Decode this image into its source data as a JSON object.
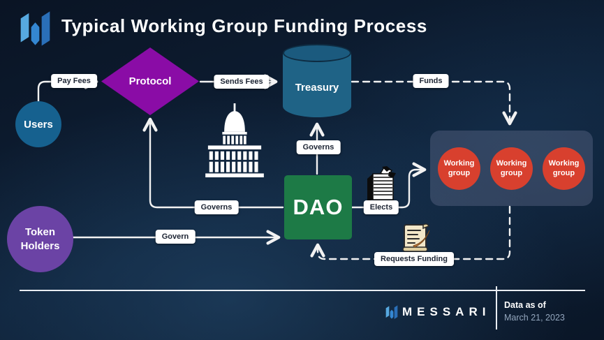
{
  "header": {
    "title": "Typical Working Group Funding Process",
    "logo": "messari-logo"
  },
  "nodes": {
    "users": {
      "label": "Users",
      "shape": "circle",
      "color": "#16618f"
    },
    "protocol": {
      "label": "Protocol",
      "shape": "diamond",
      "color": "#8a0ca6"
    },
    "treasury": {
      "label": "Treasury",
      "shape": "cylinder",
      "color": "#1f6386"
    },
    "dao": {
      "label": "DAO",
      "shape": "square",
      "color": "#1d7a46"
    },
    "token_holders": {
      "label": "Token\nHolders",
      "shape": "circle",
      "color": "#6b43a5"
    },
    "working_groups": {
      "panel_color": "#4a5068",
      "circle_color": "#d8402e",
      "items": [
        {
          "label": "Working group"
        },
        {
          "label": "Working group"
        },
        {
          "label": "Working group"
        }
      ]
    }
  },
  "labels": {
    "pay_fees": "Pay Fees",
    "sends_fees": "Sends Fees",
    "funds": "Funds",
    "governs_treasury": "Governs",
    "governs_protocol": "Governs",
    "govern": "Govern",
    "elects": "Elects",
    "requests_funding": "Requests Funding"
  },
  "edges": [
    {
      "from": "users",
      "to": "protocol",
      "label": "Pay Fees",
      "style": "solid"
    },
    {
      "from": "protocol",
      "to": "treasury",
      "label": "Sends Fees",
      "style": "solid"
    },
    {
      "from": "treasury",
      "to": "working_groups",
      "label": "Funds",
      "style": "dashed"
    },
    {
      "from": "dao",
      "to": "treasury",
      "label": "Governs",
      "style": "solid"
    },
    {
      "from": "dao",
      "to": "protocol",
      "label": "Governs",
      "style": "solid"
    },
    {
      "from": "token_holders",
      "to": "dao",
      "label": "Govern",
      "style": "solid"
    },
    {
      "from": "dao",
      "to": "working_groups",
      "label": "Elects",
      "style": "solid"
    },
    {
      "from": "working_groups",
      "to": "dao",
      "label": "Requests Funding",
      "style": "dashed"
    }
  ],
  "icons": {
    "capitol": "capitol-icon",
    "ballot_box": "ballot-box-icon",
    "scroll_quill": "scroll-quill-icon"
  },
  "footer": {
    "brand": "MESSARI",
    "data_as_of_label": "Data as of",
    "date": "March 21, 2023"
  },
  "colors": {
    "background": "#0d1c30",
    "connector": "#f2f2f2",
    "label_bg": "#ffffff",
    "label_text": "#1c2433",
    "logo_light_blue": "#57a9e0",
    "logo_mid_blue": "#3487d2",
    "logo_dark_blue": "#2a6fb8"
  }
}
